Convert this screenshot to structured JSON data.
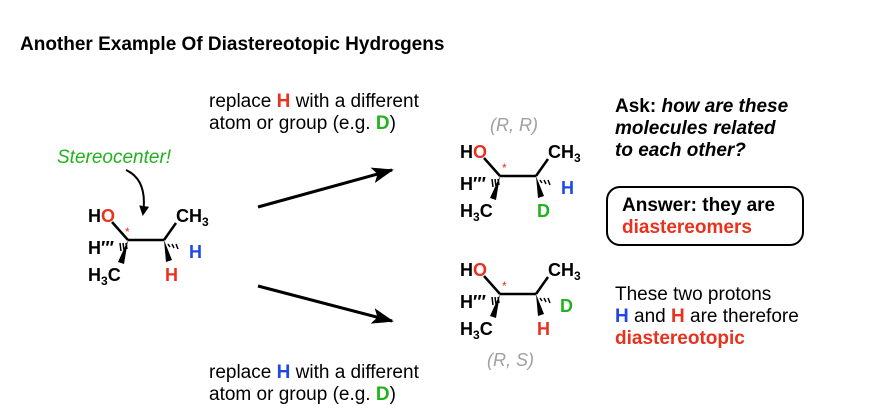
{
  "title": "Another Example Of Diastereotopic Hydrogens",
  "top_instruction": {
    "line1_pre": "replace ",
    "line1_h": "H",
    "line1_post": " with a different",
    "line2_pre": "atom or group (e.g. ",
    "line2_d": "D",
    "line2_post": ")"
  },
  "bottom_instruction": {
    "line1_pre": "replace ",
    "line1_h": "H",
    "line1_post": " with a different",
    "line2_pre": "atom or group (e.g. ",
    "line2_d": "D",
    "line2_post": ")"
  },
  "stereocenter_label": "Stereocenter!",
  "config_top": "(R, R)",
  "config_bottom": "(R, S)",
  "ask": {
    "prefix": "Ask: ",
    "line1": "how are these",
    "line2": "molecules related",
    "line3": "to each other?"
  },
  "answer": {
    "line1": "Answer: they are",
    "line2": "diastereomers"
  },
  "protons": {
    "line1": "These two protons",
    "h_blue": "H",
    "and": " and ",
    "h_red": "H",
    "line2_post": " are therefore",
    "line3": "diastereotopic"
  },
  "molecule_labels": {
    "ho": "HO",
    "h": "H",
    "ch": "CH",
    "three": "3",
    "c": "C",
    "d": "D",
    "star": "*"
  },
  "colors": {
    "red": "#e8321e",
    "blue": "#1f49e0",
    "green": "#22b21e",
    "gray": "#a0a0a0"
  }
}
